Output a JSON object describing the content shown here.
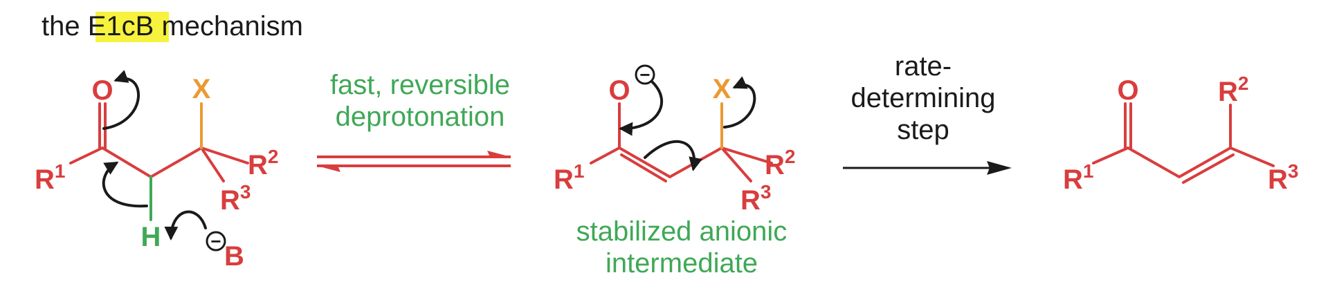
{
  "colors": {
    "red": "#d93d3d",
    "green": "#3fa856",
    "orange": "#ea9a32",
    "black": "#1a1a1a",
    "highlight": "#f6f23d"
  },
  "title": {
    "prefix": "the ",
    "highlight": "E1cB",
    "suffix": " mechanism"
  },
  "labels": {
    "oxygen": "O",
    "leaving_group": "X",
    "hydrogen": "H",
    "base": "B",
    "r": "R",
    "r1_sup": "1",
    "r2_sup": "2",
    "r3_sup": "3",
    "charge": "−"
  },
  "step1": {
    "line1": "fast, reversible",
    "line2": "deprotonation"
  },
  "step2": {
    "line1": "rate-",
    "line2": "determining",
    "line3": "step"
  },
  "intermediate": {
    "line1": "stabilized anionic",
    "line2": "intermediate"
  },
  "icons": {
    "curved_arrow": "curved-arrow-icon",
    "equilibrium": "equilibrium-arrows-icon",
    "reaction_arrow": "reaction-arrow-icon",
    "charge_circle": "negative-charge-icon"
  }
}
